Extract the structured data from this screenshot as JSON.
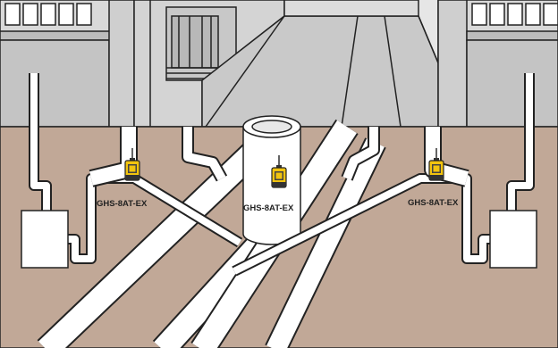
{
  "diagram": {
    "labels": [
      {
        "id": "detector-left",
        "text": "GHS-8AT-EX"
      },
      {
        "id": "detector-center",
        "text": "GHS-8AT-EX"
      },
      {
        "id": "detector-right",
        "text": "GHS-8AT-EX"
      }
    ]
  },
  "colors": {
    "soil": "#c1a897",
    "building": "#d9d9d9",
    "building_dark": "#bdbdbd",
    "street": "#c9c9c9",
    "pipe": "#ffffff",
    "outline": "#222222",
    "detector_body": "#f2c40f",
    "detector_dark": "#333333"
  }
}
